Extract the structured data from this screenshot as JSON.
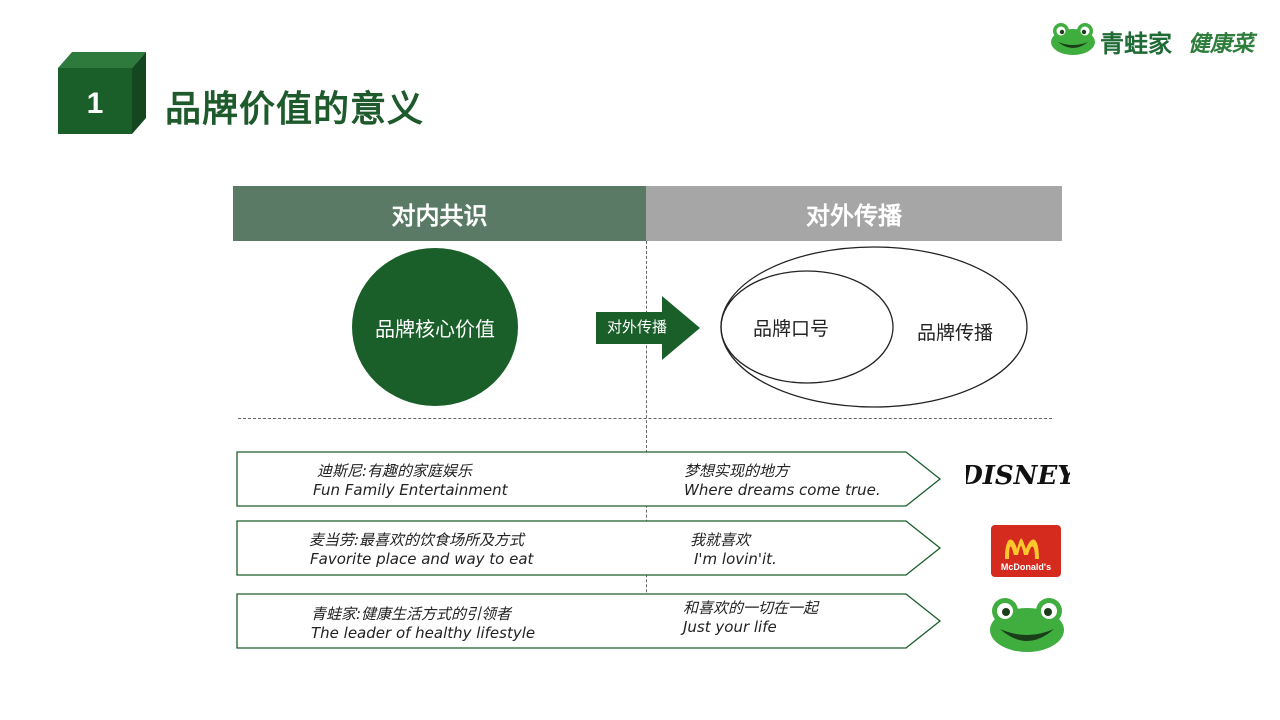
{
  "header": {
    "section_number": "1",
    "title": "品牌价值的意义"
  },
  "brand_logo": {
    "name": "青蛙家",
    "script": "健康菜"
  },
  "bands": {
    "left": "对内共识",
    "right": "对外传播"
  },
  "diagram": {
    "core_value": "品牌核心价值",
    "arrow_label": "对外传播",
    "slogan": "品牌口号",
    "spread": "品牌传播"
  },
  "rows": [
    {
      "left_cn": "迪斯尼:有趣的家庭娱乐",
      "left_en": "Fun Family Entertainment",
      "right_cn": "梦想实现的地方",
      "right_en": "Where dreams come true.",
      "logo_icon": "disney-logo",
      "logo_text": "DISNEY"
    },
    {
      "left_cn": "麦当劳:最喜欢的饮食场所及方式",
      "left_en": "Favorite place and way to eat",
      "right_cn": "我就喜欢",
      "right_en": "I'm lovin'it.",
      "logo_icon": "mcdonalds-logo",
      "logo_text": "McDonald's"
    },
    {
      "left_cn": "青蛙家:健康生活方式的引领者",
      "left_en": "The leader of healthy lifestyle",
      "right_cn": "和喜欢的一切在一起",
      "right_en": "Just your life",
      "logo_icon": "frog-logo"
    }
  ],
  "colors": {
    "dark_green": "#1a5e2a",
    "band_green": "#5a7a66",
    "band_gray": "#a6a6a6",
    "mcdonalds_red": "#d52b1e",
    "mcdonalds_yellow": "#ffc72c",
    "frog_green": "#3fae3f"
  }
}
